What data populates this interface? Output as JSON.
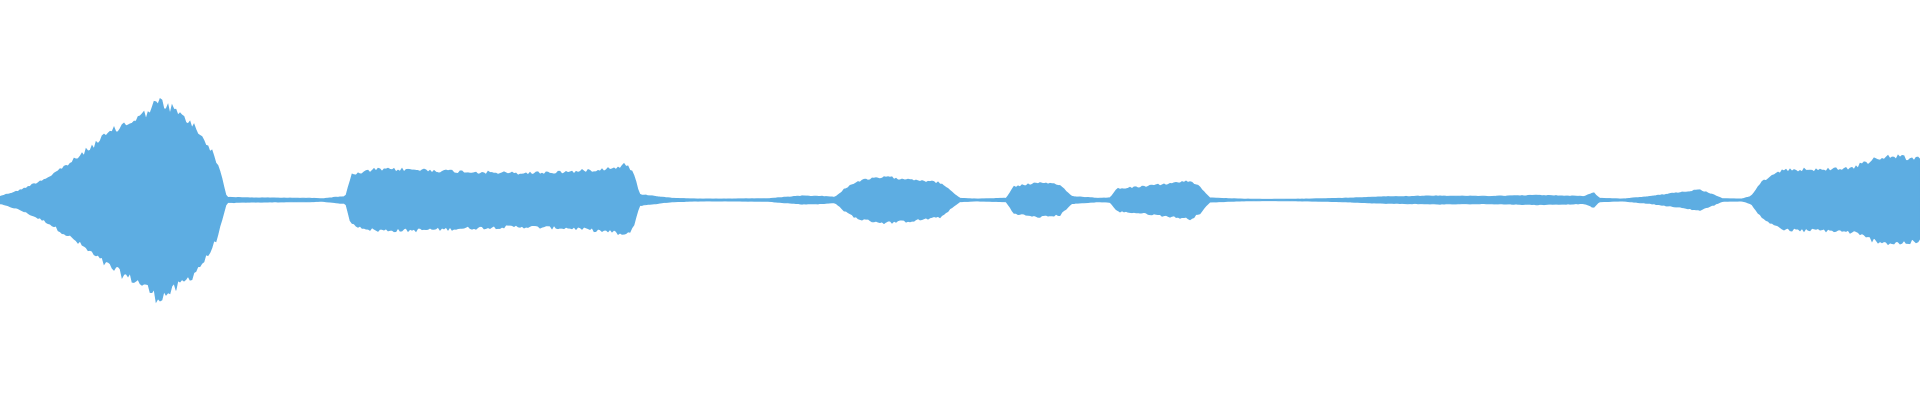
{
  "waveform": {
    "color": "#5DADE2",
    "background": "#FFFFFF",
    "channels": 1,
    "envelope": [
      [
        0.0,
        0.02
      ],
      [
        0.01,
        0.05
      ],
      [
        0.025,
        0.12
      ],
      [
        0.04,
        0.22
      ],
      [
        0.055,
        0.34
      ],
      [
        0.065,
        0.4
      ],
      [
        0.075,
        0.45
      ],
      [
        0.082,
        0.52
      ],
      [
        0.09,
        0.48
      ],
      [
        0.1,
        0.4
      ],
      [
        0.108,
        0.3
      ],
      [
        0.113,
        0.2
      ],
      [
        0.116,
        0.1
      ],
      [
        0.118,
        0.015
      ],
      [
        0.13,
        0.012
      ],
      [
        0.16,
        0.01
      ],
      [
        0.168,
        0.008
      ],
      [
        0.18,
        0.02
      ],
      [
        0.183,
        0.13
      ],
      [
        0.195,
        0.16
      ],
      [
        0.215,
        0.16
      ],
      [
        0.24,
        0.15
      ],
      [
        0.27,
        0.14
      ],
      [
        0.3,
        0.15
      ],
      [
        0.32,
        0.17
      ],
      [
        0.326,
        0.19
      ],
      [
        0.33,
        0.14
      ],
      [
        0.333,
        0.03
      ],
      [
        0.35,
        0.01
      ],
      [
        0.365,
        0.006
      ],
      [
        0.38,
        0.006
      ],
      [
        0.4,
        0.008
      ],
      [
        0.418,
        0.022
      ],
      [
        0.428,
        0.02
      ],
      [
        0.435,
        0.015
      ],
      [
        0.44,
        0.06
      ],
      [
        0.447,
        0.1
      ],
      [
        0.46,
        0.12
      ],
      [
        0.475,
        0.11
      ],
      [
        0.49,
        0.09
      ],
      [
        0.496,
        0.04
      ],
      [
        0.5,
        0.01
      ],
      [
        0.508,
        0.006
      ],
      [
        0.524,
        0.01
      ],
      [
        0.528,
        0.07
      ],
      [
        0.54,
        0.09
      ],
      [
        0.552,
        0.08
      ],
      [
        0.558,
        0.02
      ],
      [
        0.572,
        0.01
      ],
      [
        0.578,
        0.012
      ],
      [
        0.582,
        0.06
      ],
      [
        0.595,
        0.07
      ],
      [
        0.612,
        0.09
      ],
      [
        0.62,
        0.1
      ],
      [
        0.625,
        0.07
      ],
      [
        0.63,
        0.012
      ],
      [
        0.645,
        0.006
      ],
      [
        0.66,
        0.004
      ],
      [
        0.68,
        0.006
      ],
      [
        0.7,
        0.01
      ],
      [
        0.72,
        0.018
      ],
      [
        0.75,
        0.022
      ],
      [
        0.775,
        0.02
      ],
      [
        0.8,
        0.025
      ],
      [
        0.825,
        0.02
      ],
      [
        0.83,
        0.04
      ],
      [
        0.833,
        0.01
      ],
      [
        0.845,
        0.006
      ],
      [
        0.86,
        0.02
      ],
      [
        0.875,
        0.04
      ],
      [
        0.885,
        0.055
      ],
      [
        0.892,
        0.03
      ],
      [
        0.897,
        0.008
      ],
      [
        0.907,
        0.006
      ],
      [
        0.912,
        0.02
      ],
      [
        0.918,
        0.1
      ],
      [
        0.93,
        0.16
      ],
      [
        0.95,
        0.16
      ],
      [
        0.965,
        0.17
      ],
      [
        0.975,
        0.21
      ],
      [
        0.985,
        0.23
      ],
      [
        1.0,
        0.22
      ]
    ]
  }
}
